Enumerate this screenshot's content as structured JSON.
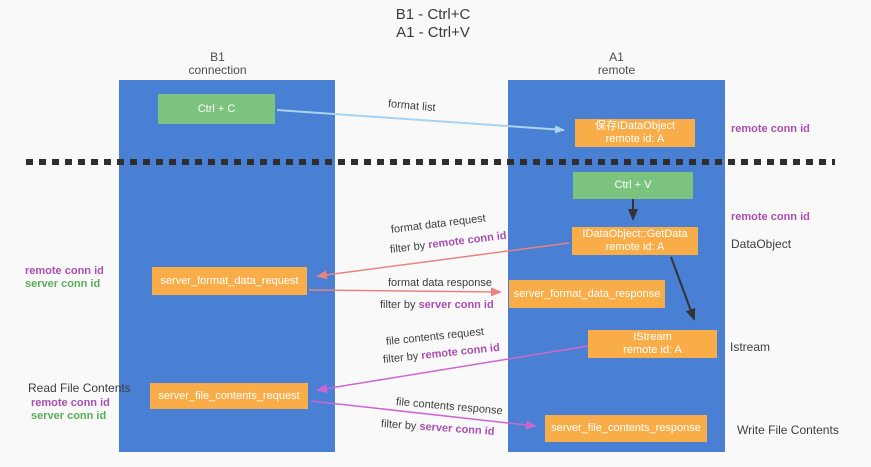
{
  "title_lines": [
    "B1 - Ctrl+C",
    "A1 - Ctrl+V"
  ],
  "lanes": {
    "left": {
      "title": "B1",
      "subtitle": "connection"
    },
    "right": {
      "title": "A1",
      "subtitle": "remote"
    }
  },
  "boxes": {
    "ctrl_c": {
      "label": "Ctrl + C"
    },
    "ctrl_v": {
      "label": "Ctrl + V"
    },
    "save_dataobject": {
      "line1": "保存IDataObject",
      "line2": "remote id: A"
    },
    "getdata": {
      "line1": "IDataObject::GetData",
      "line2": "remote id: A"
    },
    "istream": {
      "line1": "IStream",
      "line2": "remote id: A"
    },
    "server_format_data_request": {
      "label": "server_format_data_request"
    },
    "server_format_data_response": {
      "label": "server_format_data_response"
    },
    "server_file_contents_request": {
      "label": "server_file_contents_request"
    },
    "server_file_contents_response": {
      "label": "server_file_contents_response"
    }
  },
  "arrow_labels": {
    "format_list": "format list",
    "format_data_request": "format data request",
    "format_data_response": "format data response",
    "file_contents_request": "file contents request",
    "file_contents_response": "file contents response",
    "filter_by": "filter by ",
    "remote_conn_id": "remote conn id",
    "server_conn_id": "server conn id"
  },
  "side_labels": {
    "remote_conn_id": "remote conn id",
    "server_conn_id": "server conn id",
    "dataobject": "DataObject",
    "istream": "Istream",
    "read_file_contents": "Read File Contents",
    "write_file_contents": "Write File Contents"
  },
  "colors": {
    "lane_blue": "#4a80d4",
    "box_green": "#7cc47e",
    "box_orange": "#f9ad49",
    "label_purple": "#a94fb0",
    "label_green": "#58ae58",
    "arrow_salmon": "#e88383",
    "arrow_magenta": "#cf66cf",
    "arrow_lightblue": "#a9d3f1",
    "arrow_black": "#333333",
    "dashed_line": "#2e2e2e"
  }
}
